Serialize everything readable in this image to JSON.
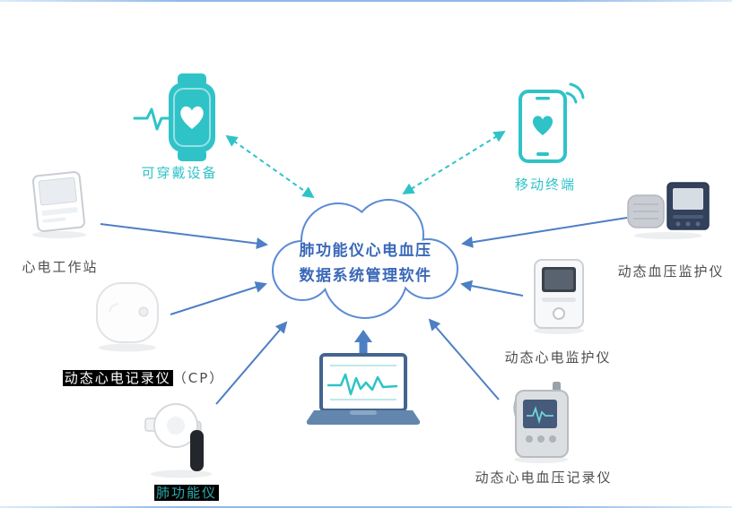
{
  "colors": {
    "teal_accent": "#2FC3C8",
    "blue_accent": "#4D7FC4",
    "cloud_outline": "#5B8BD4",
    "cloud_text": "#3A68B8",
    "label_dark": "#4D4D4F",
    "highlight_bg": "#000000"
  },
  "cloud": {
    "line1": "肺功能仪心电血压",
    "line2": "数据系统管理软件"
  },
  "nodes": {
    "wearable": {
      "label": "可穿戴设备"
    },
    "mobile": {
      "label": "移动终端"
    },
    "ecg_workstation": {
      "label": "心电工作站"
    },
    "holter_recorder": {
      "label_highlighted": "动态心电记录仪",
      "label_suffix": "（CP）"
    },
    "spirometer": {
      "label": "肺功能仪"
    },
    "abp_monitor": {
      "label": "动态血压监护仪"
    },
    "ecg_monitor": {
      "label": "动态心电监护仪"
    },
    "ecg_bp_recorder": {
      "label": "动态心电血压记录仪"
    }
  }
}
